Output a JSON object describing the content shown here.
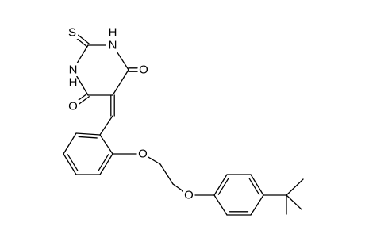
{
  "molecule": {
    "atoms": [
      {
        "id": "S1",
        "label": "S"
      },
      {
        "id": "C2",
        "label": ""
      },
      {
        "id": "N3",
        "label": "H\nN"
      },
      {
        "id": "C4",
        "label": ""
      },
      {
        "id": "O4",
        "label": "O"
      },
      {
        "id": "C5",
        "label": ""
      },
      {
        "id": "C6",
        "label": ""
      },
      {
        "id": "O6",
        "label": "O"
      },
      {
        "id": "N1",
        "label": "N\nH"
      },
      {
        "id": "C7",
        "label": ""
      },
      {
        "id": "B1",
        "label": ""
      },
      {
        "id": "B2",
        "label": ""
      },
      {
        "id": "B3",
        "label": ""
      },
      {
        "id": "B4",
        "label": ""
      },
      {
        "id": "B5",
        "label": ""
      },
      {
        "id": "B6",
        "label": ""
      },
      {
        "id": "O8",
        "label": "O"
      },
      {
        "id": "C9",
        "label": ""
      },
      {
        "id": "C10",
        "label": ""
      },
      {
        "id": "O11",
        "label": "O"
      },
      {
        "id": "P1",
        "label": ""
      },
      {
        "id": "P2",
        "label": ""
      },
      {
        "id": "P3",
        "label": ""
      },
      {
        "id": "P4",
        "label": ""
      },
      {
        "id": "P5",
        "label": ""
      },
      {
        "id": "P6",
        "label": ""
      },
      {
        "id": "T0",
        "label": ""
      },
      {
        "id": "T1",
        "label": ""
      },
      {
        "id": "T2",
        "label": ""
      },
      {
        "id": "T3",
        "label": ""
      }
    ],
    "bonds": [
      {
        "a": "S1",
        "b": "C2",
        "order": 2
      },
      {
        "a": "C2",
        "b": "N3",
        "order": 1
      },
      {
        "a": "N3",
        "b": "C4",
        "order": 1
      },
      {
        "a": "C4",
        "b": "O4",
        "order": 2
      },
      {
        "a": "C4",
        "b": "C5",
        "order": 1
      },
      {
        "a": "C5",
        "b": "C6",
        "order": 1
      },
      {
        "a": "C6",
        "b": "O6",
        "order": 2
      },
      {
        "a": "C6",
        "b": "N1",
        "order": 1
      },
      {
        "a": "N1",
        "b": "C2",
        "order": 1
      },
      {
        "a": "C5",
        "b": "C7",
        "order": 2
      },
      {
        "a": "C7",
        "b": "B1",
        "order": 1
      },
      {
        "a": "B1",
        "b": "B2",
        "order": 2
      },
      {
        "a": "B2",
        "b": "B3",
        "order": 1
      },
      {
        "a": "B3",
        "b": "B4",
        "order": 2
      },
      {
        "a": "B4",
        "b": "B5",
        "order": 1
      },
      {
        "a": "B5",
        "b": "B6",
        "order": 2
      },
      {
        "a": "B6",
        "b": "B1",
        "order": 1
      },
      {
        "a": "B6",
        "b": "O8",
        "order": 1
      },
      {
        "a": "O8",
        "b": "C9",
        "order": 1
      },
      {
        "a": "C9",
        "b": "C10",
        "order": 1
      },
      {
        "a": "C10",
        "b": "O11",
        "order": 1
      },
      {
        "a": "O11",
        "b": "P1",
        "order": 1
      },
      {
        "a": "P1",
        "b": "P2",
        "order": 2
      },
      {
        "a": "P2",
        "b": "P3",
        "order": 1
      },
      {
        "a": "P3",
        "b": "P4",
        "order": 2
      },
      {
        "a": "P4",
        "b": "P5",
        "order": 1
      },
      {
        "a": "P5",
        "b": "P6",
        "order": 2
      },
      {
        "a": "P6",
        "b": "P1",
        "order": 1
      },
      {
        "a": "P4",
        "b": "T0",
        "order": 1
      },
      {
        "a": "T0",
        "b": "T1",
        "order": 1
      },
      {
        "a": "T0",
        "b": "T2",
        "order": 1
      },
      {
        "a": "T0",
        "b": "T3",
        "order": 1
      }
    ]
  }
}
